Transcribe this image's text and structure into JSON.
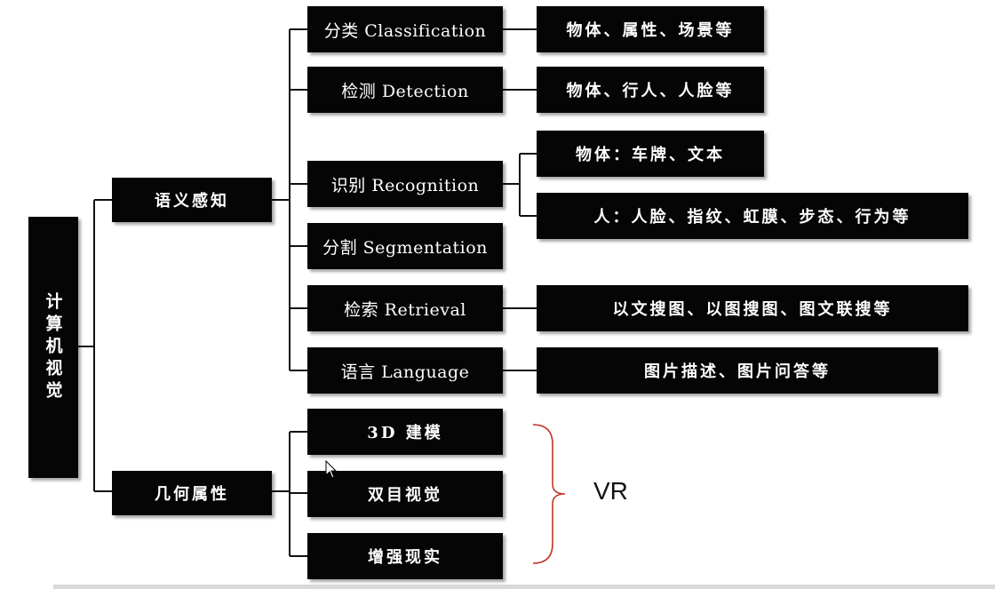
{
  "diagram": {
    "root": {
      "label": "计算机视觉"
    },
    "branches": [
      {
        "id": "semantic",
        "label": "语义感知",
        "children": [
          {
            "label": "分类 Classification",
            "details": [
              "物体、属性、场景等"
            ]
          },
          {
            "label": "检测 Detection",
            "details": [
              "物体、行人、人脸等"
            ]
          },
          {
            "label": "识别 Recognition",
            "details": [
              "物体：车牌、文本",
              "人：人脸、指纹、虹膜、步态、行为等"
            ]
          },
          {
            "label": "分割 Segmentation",
            "details": []
          },
          {
            "label": "检索 Retrieval",
            "details": [
              "以文搜图、以图搜图、图文联搜等"
            ]
          },
          {
            "label": "语言 Language",
            "details": [
              "图片描述、图片问答等"
            ]
          }
        ]
      },
      {
        "id": "geometric",
        "label": "几何属性",
        "children": [
          {
            "label": "3D 建模"
          },
          {
            "label": "双目视觉"
          },
          {
            "label": "增强现实"
          }
        ]
      }
    ],
    "bracket_label": "VR",
    "colors": {
      "box_fill": "#050505",
      "box_text": "#ffffff",
      "connector": "#111111",
      "bracket": "#c0392b"
    }
  }
}
